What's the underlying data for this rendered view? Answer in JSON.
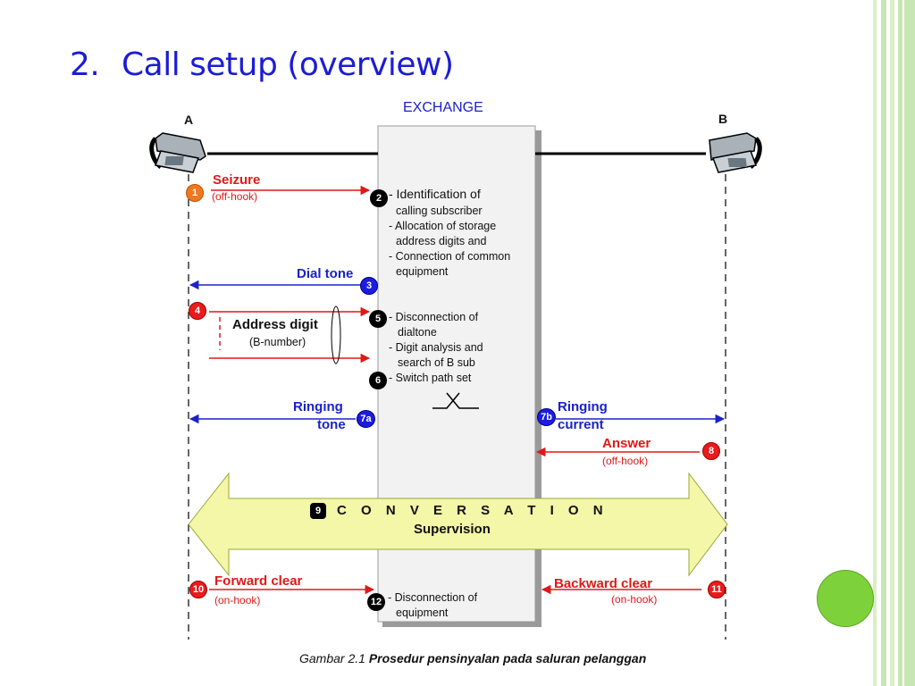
{
  "title": {
    "number": "2.",
    "text": "Call setup (overview)"
  },
  "labels": {
    "exchange": "EXCHANGE",
    "party_a": "A",
    "party_b": "B"
  },
  "steps": {
    "s1": {
      "badge": "1",
      "label": "Seizure",
      "sub": "(off-hook)"
    },
    "s2": {
      "badge": "2",
      "lines": [
        "- Identification of",
        "calling subscriber",
        "- Allocation of storage",
        "address digits and",
        "- Connection of common",
        "equipment"
      ]
    },
    "s3": {
      "badge": "3",
      "label": "Dial tone"
    },
    "s4": {
      "badge": "4",
      "label": "Address  digit",
      "sub": "(B-number)"
    },
    "s5": {
      "badge": "5",
      "lines": [
        "- Disconnection of",
        "dialtone",
        "- Digit analysis and",
        "search of B sub"
      ]
    },
    "s6": {
      "badge": "6",
      "line": "- Switch path set"
    },
    "s7a": {
      "badge": "7a",
      "label_line1": "Ringing",
      "label_line2": "tone"
    },
    "s7b": {
      "badge": "7b",
      "label_line1": "Ringing",
      "label_line2": "current"
    },
    "s8": {
      "badge": "8",
      "label": "Answer",
      "sub": "(off-hook)"
    },
    "s9": {
      "badge": "9",
      "label": "C O N V E R S A T I O N",
      "sub": "Supervision"
    },
    "s10": {
      "badge": "10",
      "label": "Forward clear",
      "sub": "(on-hook)"
    },
    "s11": {
      "badge": "11",
      "label": "Backward clear",
      "sub": "(on-hook)"
    },
    "s12": {
      "badge": "12",
      "lines": [
        "- Disconnection of",
        "equipment"
      ]
    }
  },
  "caption": {
    "prefix": "Gambar 2.1",
    "text": "Prosedur pensinyalan pada saluran pelanggan"
  },
  "colors": {
    "title": "#1c1cd6",
    "red_arrow": "#e01818",
    "blue_arrow": "#1a22c8",
    "conversation_fill": "#f4f6a8",
    "green_accent": "#7dd13a",
    "stripe_green": "#c8e6b4"
  }
}
